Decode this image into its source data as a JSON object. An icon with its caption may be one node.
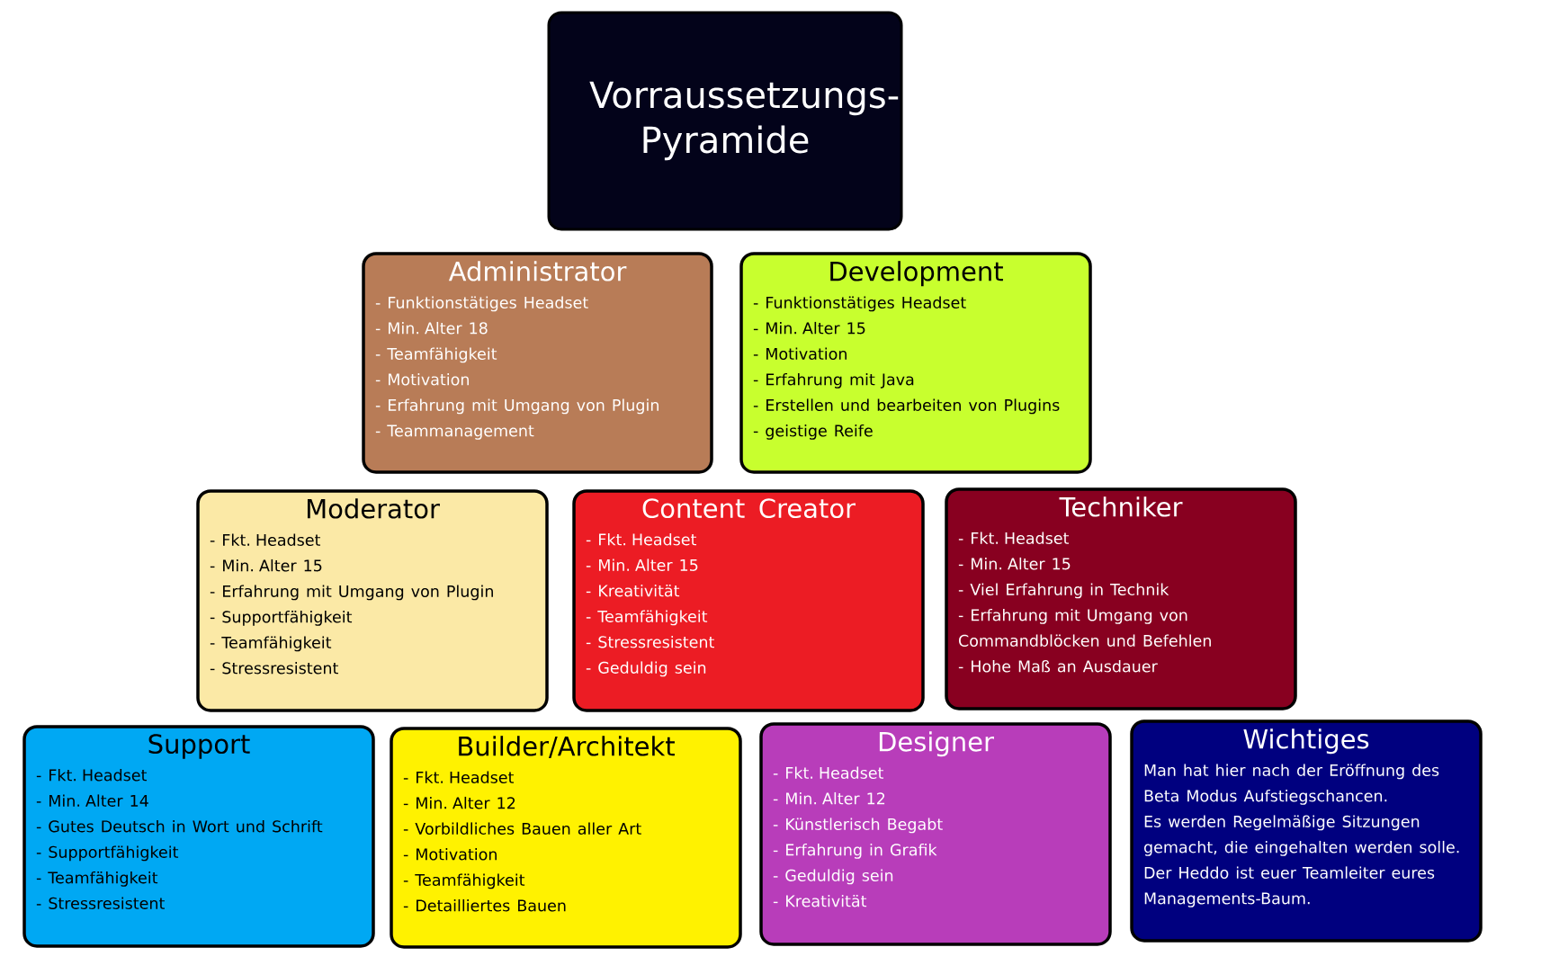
{
  "diagram": {
    "nodes": [
      {
        "text": [
          "Vorraussetzungs- Pyramide"
        ]
      },
      {
        "text": [
          "Administrator",
          "- Funktionstätiges Headset",
          "- Min. Alter 18",
          "- Teamfähigkeit",
          "- Motivation",
          "- Erfahrung mit Umgang von Plugin",
          "- Teammanagement"
        ]
      },
      {
        "text": [
          "Development",
          "- Funktionstätiges Headset",
          "- Min. Alter 15",
          "- Motivation",
          "- Erfahrung mit Java",
          "- Erstellen und bearbeiten von Plugins",
          "- geistige Reife"
        ]
      },
      {
        "text": [
          "Moderator",
          "- Fkt. Headset",
          "- Min. Alter 15",
          "- Erfahrung mit Umgang von Plugin",
          "- Supportfähigkeit",
          "- Teamfähigkeit",
          "- Stressresistent"
        ]
      },
      {
        "text": [
          "Content Creator",
          "- Fkt. Headset",
          "- Min. Alter 15",
          "- Kreativität",
          "- Teamfähigkeit",
          "- Stressresistent",
          "- Geduldig sein"
        ]
      },
      {
        "text": [
          "Techniker",
          "- Fkt. Headset",
          "- Min. Alter 15",
          "- Viel Erfahrung in Technik",
          "- Erfahrung mit Umgang von Commandblöcken und Befehlen",
          "- Hohe Maß an Ausdauer"
        ]
      },
      {
        "text": [
          "Support",
          "- Fkt. Headset",
          "- Min. Alter 14",
          "- Gutes Deutsch in Wort und Schrift",
          "- Supportfähigkeit",
          "- Teamfähigkeit",
          "- Stressresistent"
        ]
      },
      {
        "text": [
          "Builder/Architekt",
          "- Fkt. Headset",
          "- Min. Alter 12",
          "- Vorbildliches Bauen aller Art",
          "- Motivation",
          "- Teamfähigkeit",
          "- Detailliertes Bauen"
        ]
      },
      {
        "text": [
          "Designer",
          "- Fkt. Headset",
          "- Min. Alter 12",
          "- Künstlerisch Begabt",
          "- Erfahrung in Grafik",
          "- Geduldig sein",
          "- Kreativität"
        ]
      },
      {
        "text": [
          "Wichtiges",
          "Man hat hier nach der Eröffnung des Beta Modus Aufstiegschancen.",
          "Es werden Regelmäßige Sitzungen gemacht, die eingehalten werden solle.",
          "Der Heddo ist euer Teamleiter eures Managements-Baum."
        ]
      }
    ]
  }
}
